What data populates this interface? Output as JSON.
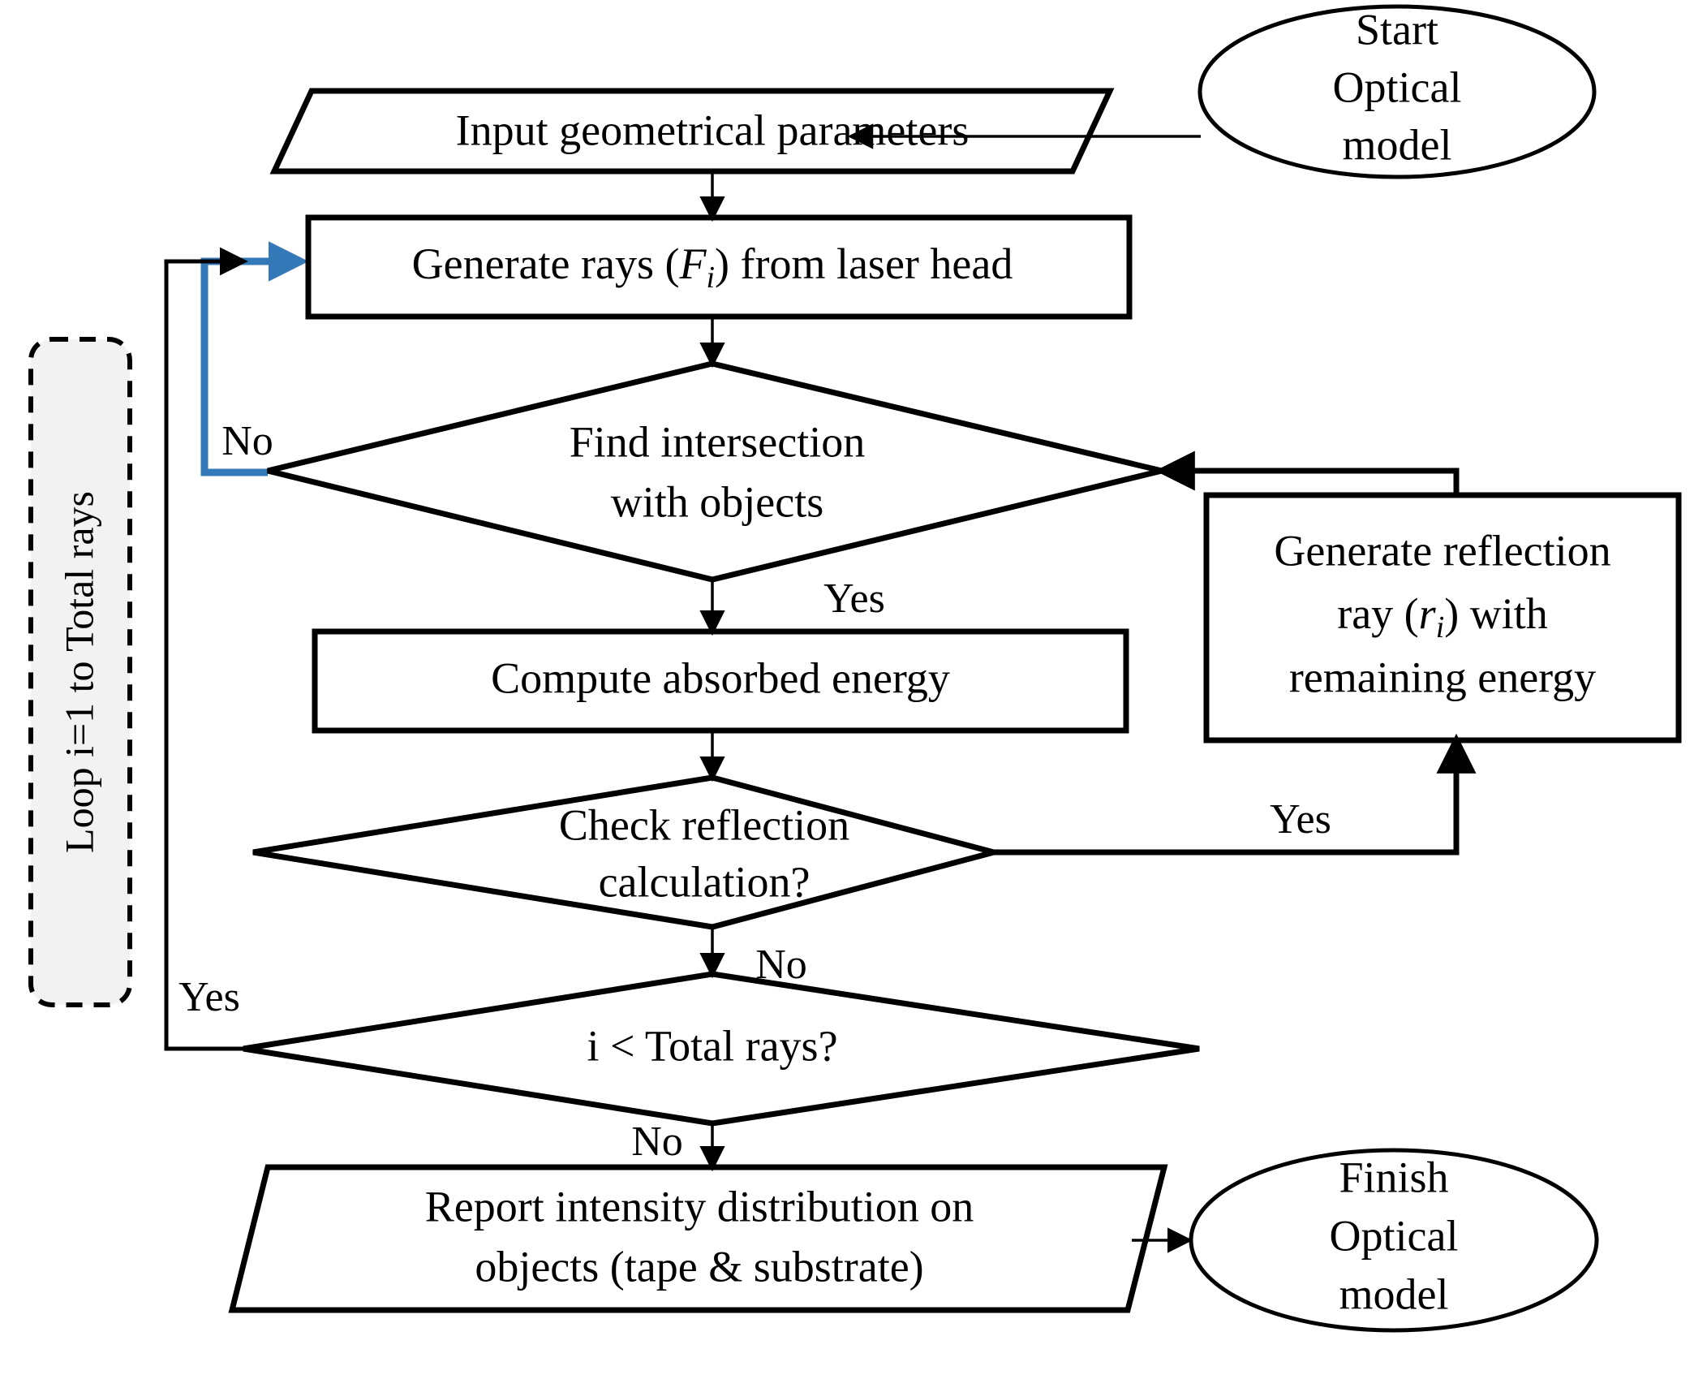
{
  "diagram": {
    "title": "Optical model ray tracing flowchart",
    "accent_blue": "#3379B8",
    "line_color": "#000000",
    "shape_fill": "#ffffff",
    "loop_fill": "#f2f2f2"
  },
  "nodes": {
    "start": {
      "type": "terminator",
      "line1": "Start",
      "line2": "Optical",
      "line3": "model"
    },
    "input_params": {
      "type": "parallelogram",
      "text": "Input geometrical parameters"
    },
    "generate_rays": {
      "type": "process",
      "text_pre": "Generate rays (",
      "text_var": "F",
      "text_sub": "i",
      "text_post": ") from laser head"
    },
    "find_intersection": {
      "type": "decision",
      "line1": "Find intersection",
      "line2": "with objects"
    },
    "compute_energy": {
      "type": "process",
      "text": "Compute absorbed energy"
    },
    "check_reflection": {
      "type": "decision",
      "line1": "Check reflection",
      "line2": "calculation?"
    },
    "generate_reflection": {
      "type": "process",
      "line1": "Generate reflection",
      "line2_pre": "ray (",
      "line2_var": "r",
      "line2_sub": "i",
      "line2_post": ") with",
      "line3": "remaining energy"
    },
    "loop_check": {
      "type": "decision",
      "text": "i < Total rays?"
    },
    "report": {
      "type": "parallelogram",
      "line1": "Report intensity distribution on",
      "line2": "objects (tape & substrate)"
    },
    "finish": {
      "type": "terminator",
      "line1": "Finish",
      "line2": "Optical",
      "line3": "model"
    }
  },
  "loop_annotation": {
    "text": "Loop i=1 to Total rays"
  },
  "edge_labels": {
    "find_intersection_no": "No",
    "find_intersection_yes": "Yes",
    "check_reflection_yes": "Yes",
    "check_reflection_no": "No",
    "loop_check_yes": "Yes",
    "loop_check_no": "No"
  }
}
